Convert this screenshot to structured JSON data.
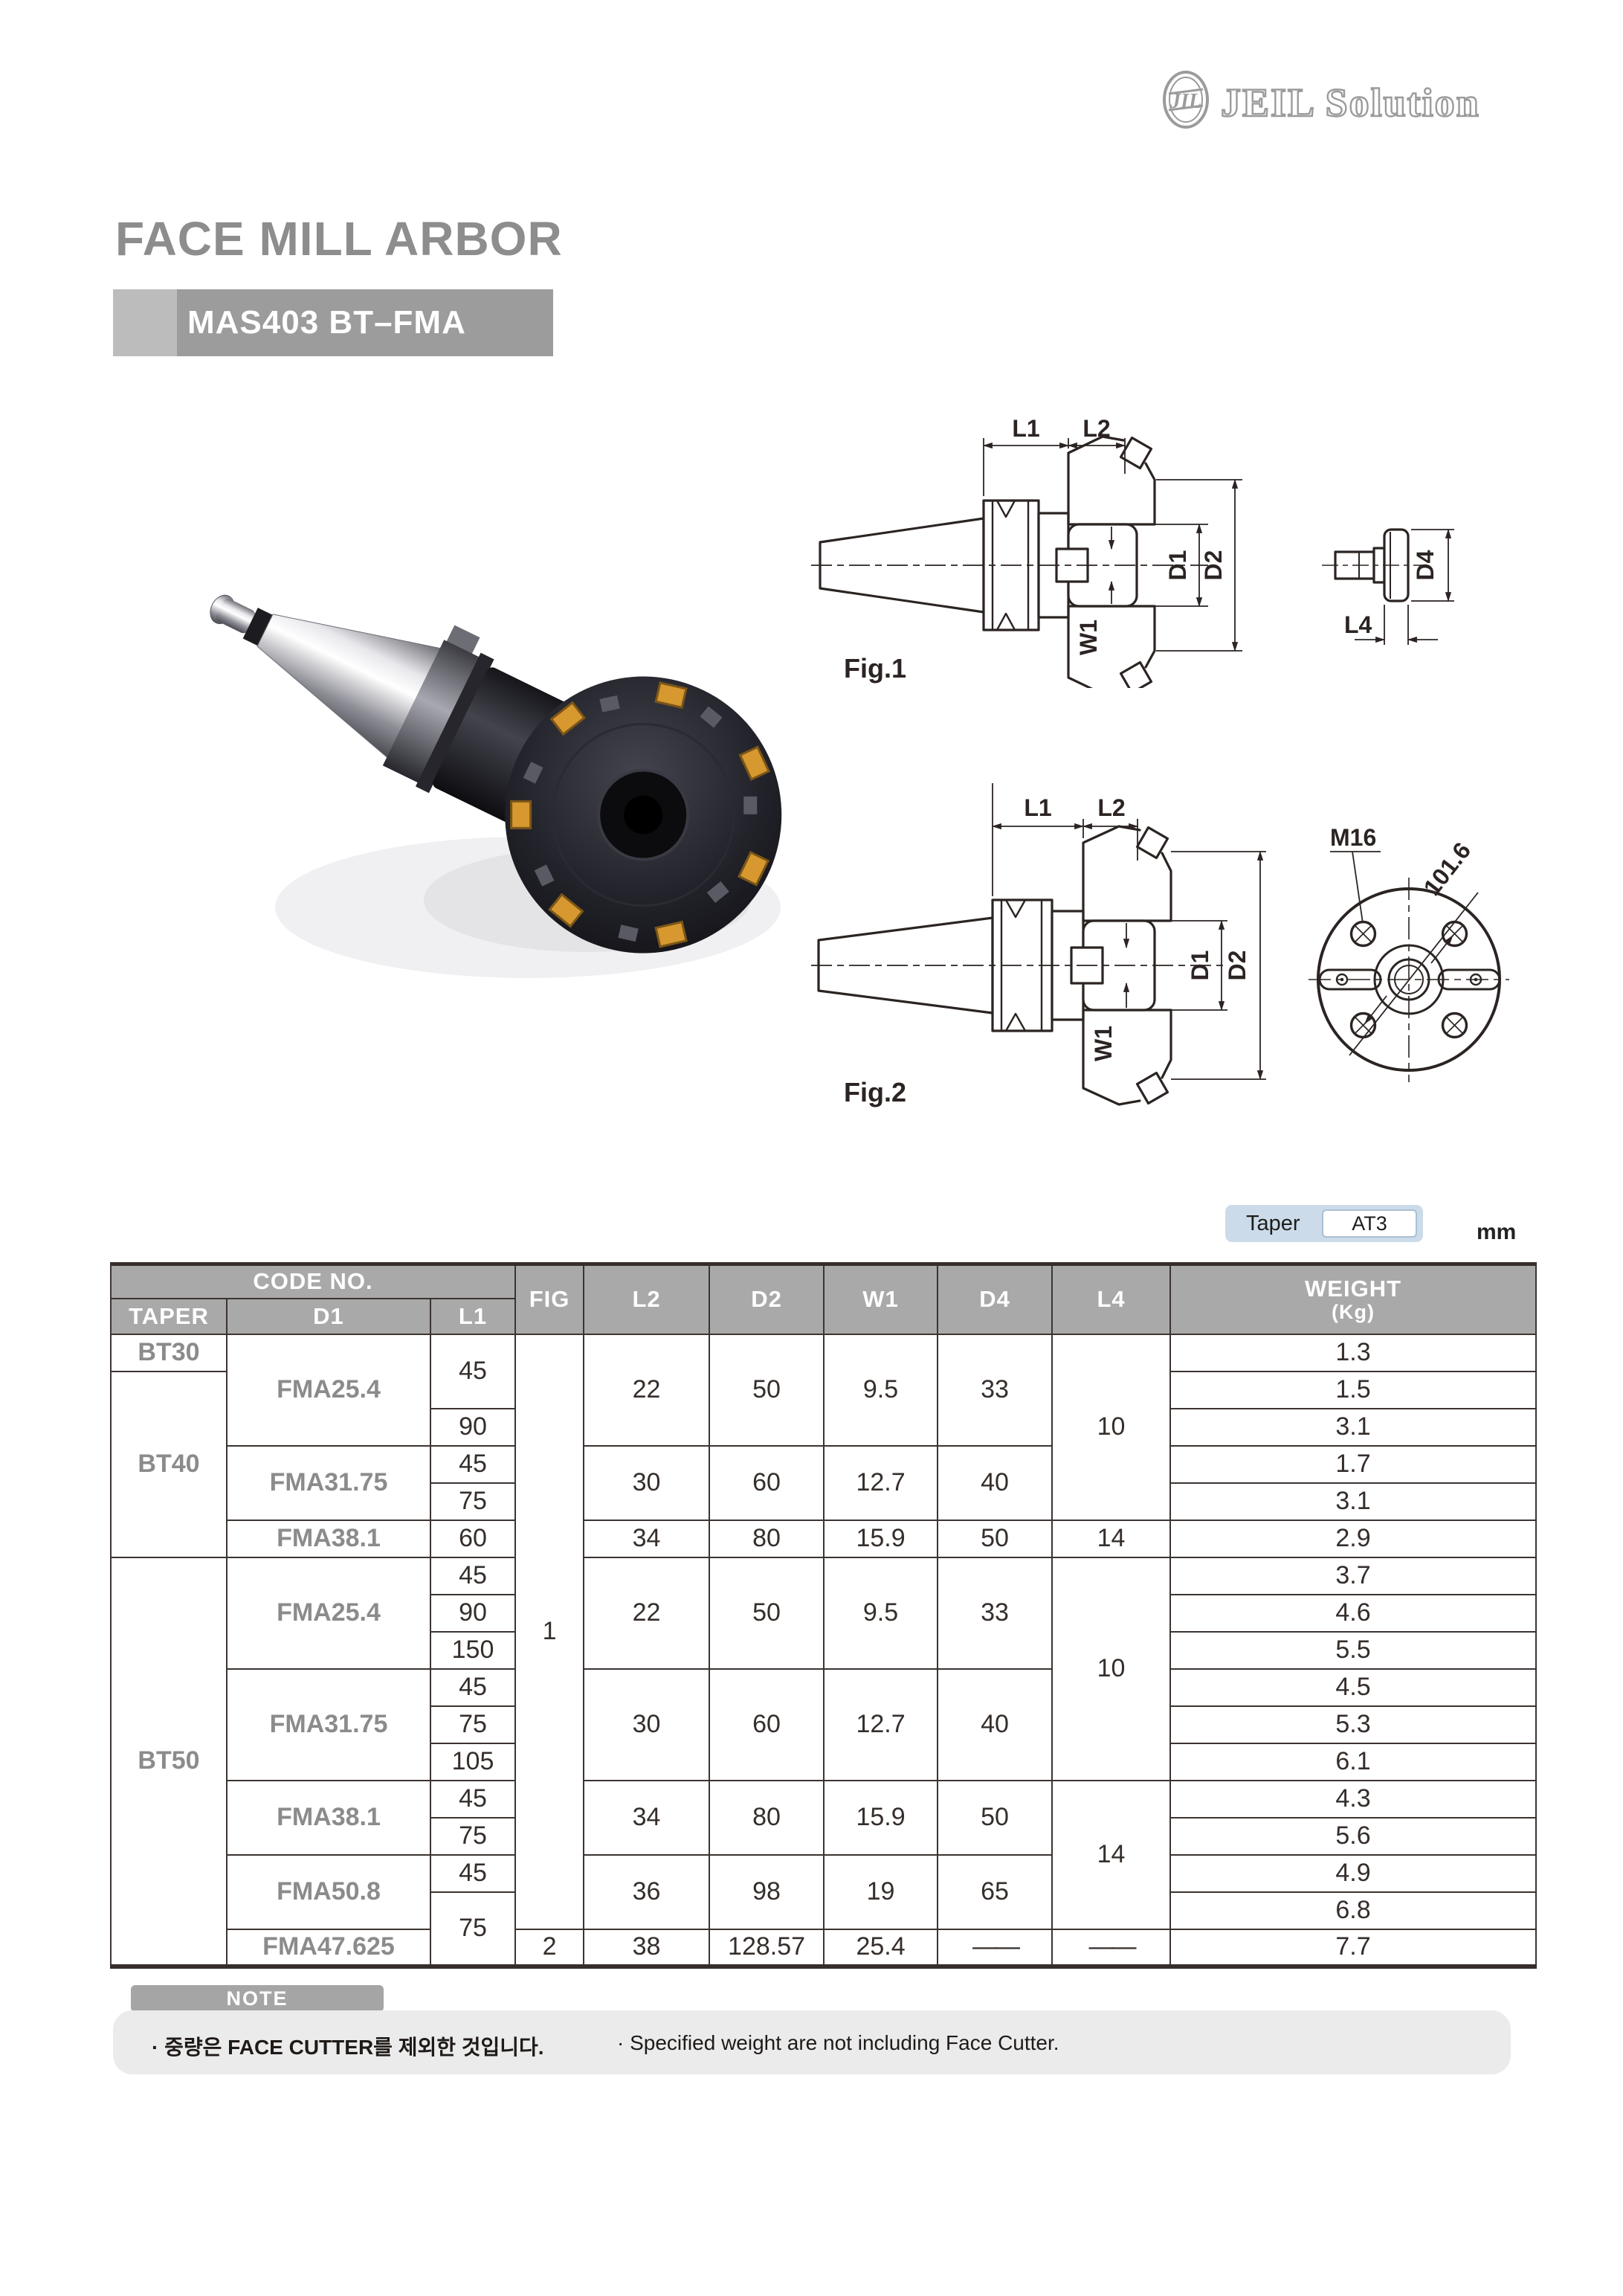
{
  "logo": {
    "brand": "JEIL Solution",
    "monogram": "JIL"
  },
  "page": {
    "title": "FACE MILL ARBOR",
    "model_badge": "MAS403 BT–FMA",
    "unit_label": "mm"
  },
  "taper_badge": {
    "label": "Taper",
    "value": "AT3"
  },
  "figures": {
    "fig1_caption": "Fig.1",
    "fig2_caption": "Fig.2",
    "labels": {
      "l1": "L1",
      "l2": "L2",
      "d1": "D1",
      "d2": "D2",
      "w1": "W1",
      "d4": "D4",
      "l4": "L4",
      "m16": "M16",
      "bolt_circle": "101.6"
    }
  },
  "table": {
    "header": {
      "code_no": "CODE NO.",
      "taper": "TAPER",
      "d1": "D1",
      "l1": "L1",
      "fig": "FIG",
      "l2": "L2",
      "d2": "D2",
      "w1": "W1",
      "d4": "D4",
      "l4": "L4",
      "weight": "WEIGHT",
      "weight_unit": "(Kg)"
    },
    "rows": [
      {
        "taper": "BT30",
        "d1": "FMA25.4",
        "l1": "45",
        "fig": "1",
        "l2": "22",
        "d2": "50",
        "w1": "9.5",
        "d4": "33",
        "l4": "10",
        "wt": "1.3"
      },
      {
        "taper": "BT40",
        "wt": "1.5"
      },
      {
        "l1": "90",
        "wt": "3.1"
      },
      {
        "d1": "FMA31.75",
        "l1": "45",
        "l2": "30",
        "d2": "60",
        "w1": "12.7",
        "d4": "40",
        "wt": "1.7"
      },
      {
        "l1": "75",
        "wt": "3.1"
      },
      {
        "d1": "FMA38.1",
        "l1": "60",
        "l2": "34",
        "d2": "80",
        "w1": "15.9",
        "d4": "50",
        "l4": "14",
        "wt": "2.9"
      },
      {
        "taper": "BT50",
        "d1": "FMA25.4",
        "l1": "45",
        "l2": "22",
        "d2": "50",
        "w1": "9.5",
        "d4": "33",
        "l4": "10",
        "wt": "3.7"
      },
      {
        "l1": "90",
        "wt": "4.6"
      },
      {
        "l1": "150",
        "wt": "5.5"
      },
      {
        "d1": "FMA31.75",
        "l1": "45",
        "l2": "30",
        "d2": "60",
        "w1": "12.7",
        "d4": "40",
        "wt": "4.5"
      },
      {
        "l1": "75",
        "wt": "5.3"
      },
      {
        "l1": "105",
        "wt": "6.1"
      },
      {
        "d1": "FMA38.1",
        "l1": "45",
        "l2": "34",
        "d2": "80",
        "w1": "15.9",
        "d4": "50",
        "l4": "14",
        "wt": "4.3"
      },
      {
        "l1": "75",
        "wt": "5.6"
      },
      {
        "d1": "FMA50.8",
        "l1": "45",
        "l2": "36",
        "d2": "98",
        "w1": "19",
        "d4": "65",
        "wt": "4.9"
      },
      {
        "l1": "75",
        "wt": "6.8"
      },
      {
        "d1": "FMA47.625",
        "fig": "2",
        "l2": "38",
        "d2": "128.57",
        "w1": "25.4",
        "d4": "——",
        "l4": "——",
        "wt": "7.7"
      }
    ]
  },
  "note": {
    "badge": "NOTE",
    "korean": "· 중량은 FACE CUTTER를 제외한 것입니다.",
    "english": "· Specified weight are not including Face Cutter."
  }
}
